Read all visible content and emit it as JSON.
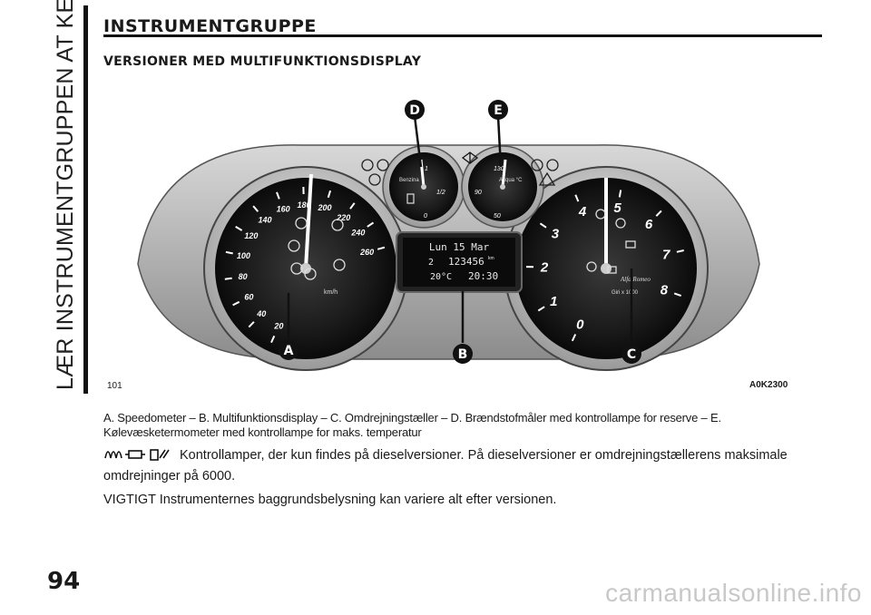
{
  "side_tab": {
    "label": "LÆR INSTRUMENTGRUPPEN AT KENDE"
  },
  "page_number": "94",
  "title": "INSTRUMENTGRUPPE",
  "subtitle": "VERSIONER MED MULTIFUNKTIONSDISPLAY",
  "figure": {
    "number": "101",
    "code": "A0K2300",
    "callouts": [
      "A",
      "B",
      "C",
      "D",
      "E"
    ],
    "speedo_ticks": [
      "20",
      "40",
      "60",
      "80",
      "100",
      "120",
      "140",
      "160",
      "180",
      "200",
      "220",
      "240",
      "260"
    ],
    "speedo_unit": "km/h",
    "tacho_ticks": [
      "0",
      "1",
      "2",
      "3",
      "4",
      "5",
      "6",
      "7",
      "8"
    ],
    "tacho_unit": "Giri x 1000",
    "tacho_brand": "Alfa Romeo",
    "fuel_label": "Benzina",
    "fuel_ticks": [
      "0",
      "1/2",
      "1"
    ],
    "temp_label": "Acqua °C",
    "temp_ticks": [
      "50",
      "90",
      "130"
    ],
    "display": {
      "line1": "Lun 15 Mar",
      "odometer": "123456",
      "odo_unit": "km",
      "trip": "2",
      "temperature": "20°C",
      "time": "20:30"
    }
  },
  "caption": "A. Speedometer – B. Multifunktionsdisplay – C. Omdrejningstæller – D. Brændstofmåler med kontrollampe for reserve – E. Kølevæsketermometer med kontrollampe for maks. temperatur",
  "diesel_note": "Kontrollamper, der kun findes på dieselversioner. På dieselversioner er omdrejningstællerens maksimale omdrejninger på 6000.",
  "important": "VIGTIGT Instrumenternes baggrundsbelysning kan variere alt efter versionen.",
  "watermark": "carmanualsonline.info"
}
